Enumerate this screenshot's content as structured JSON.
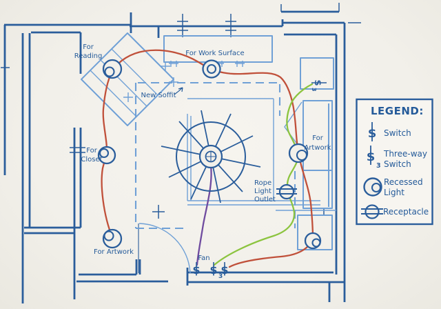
{
  "plan": {
    "labels": {
      "reading": [
        "For",
        "Reading"
      ],
      "work_surface": "For Work Surface",
      "new_soffit": "New Soffit",
      "closet": [
        "For",
        "Closet"
      ],
      "artwork_left": "For Artwork",
      "artwork_right": [
        "For",
        "Artwork"
      ],
      "rope_light_outlet": [
        "Rope",
        "Light",
        "Outlet"
      ],
      "fan": "Fan"
    },
    "symbols": {
      "switch": "$",
      "three_way_subscript": "3"
    }
  },
  "legend": {
    "title": "LEGEND:",
    "items": [
      {
        "symbol": "switch",
        "label": [
          "Switch"
        ]
      },
      {
        "symbol": "three-way-switch",
        "label": [
          "Three-way",
          "Switch"
        ]
      },
      {
        "symbol": "recessed-light",
        "label": [
          "Recessed",
          "Light"
        ]
      },
      {
        "symbol": "receptacle",
        "label": [
          "Receptacle"
        ]
      }
    ]
  },
  "colors": {
    "wall": "#2a5d9b",
    "furn": "#6fa0d6",
    "text": "#245a99",
    "wred": "#c0503a",
    "wgreen": "#8cc43f",
    "wpurple": "#6f4b9f",
    "paper": "#f2f0ea"
  }
}
